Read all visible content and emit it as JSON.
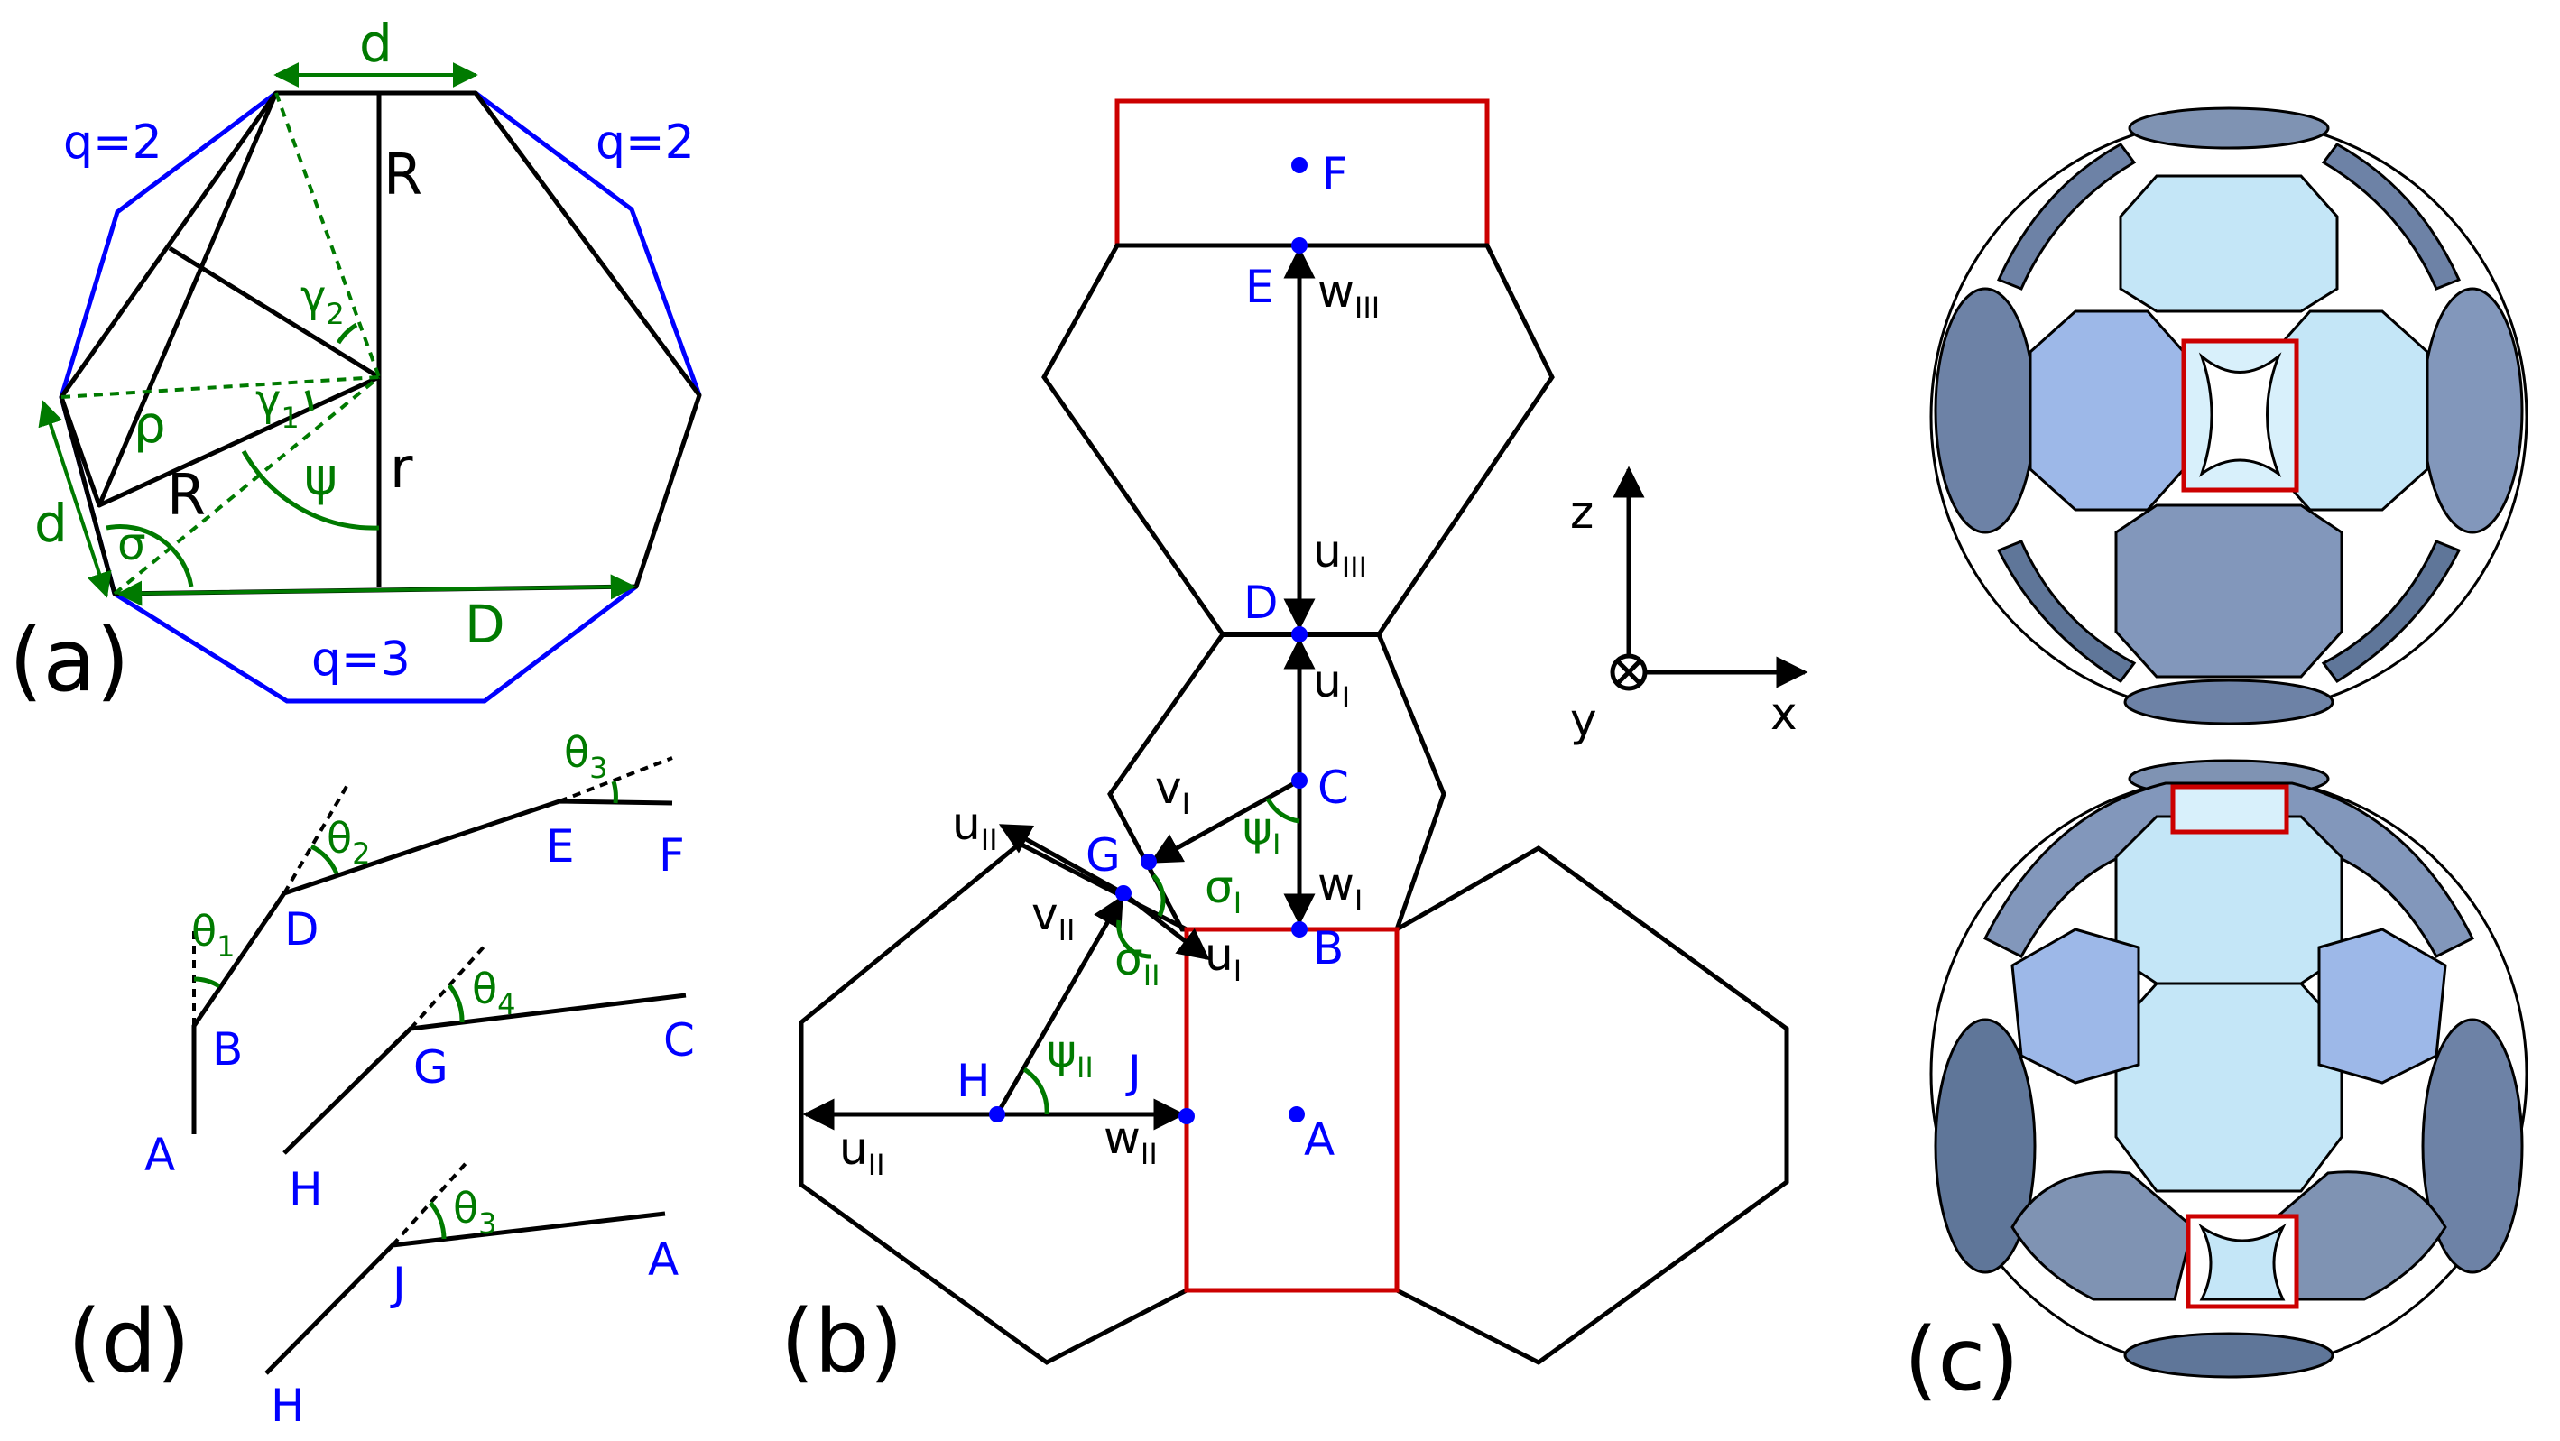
{
  "panels": {
    "a": {
      "panel_label": "(a)",
      "labels": {
        "d_top": "d",
        "R_top": "R",
        "q_left": "q=2",
        "q_right": "q=2",
        "gamma2": "γ",
        "gamma2_sub": "2",
        "gamma1": "γ",
        "gamma1_sub": "1",
        "rho": "ρ",
        "R_left": "R",
        "psi": "ψ",
        "r": "r",
        "d_left": "d",
        "sigma": "σ",
        "D": "D",
        "q_bottom": "q=3"
      }
    },
    "b": {
      "panel_label": "(b)",
      "points": {
        "F": "F",
        "E": "E",
        "D": "D",
        "C": "C",
        "B": "B",
        "A": "A",
        "G": "G",
        "H": "H",
        "J": "J"
      },
      "vectors": {
        "wIII": "w",
        "wIII_sub": "III",
        "uIII": "u",
        "uIII_sub": "III",
        "uI": "u",
        "uI_sub": "I",
        "vI": "v",
        "vI_sub": "I",
        "wI": "w",
        "wI_sub": "I",
        "uI2": "u",
        "uI2_sub": "I",
        "uII": "u",
        "uII_sub": "II",
        "vII": "v",
        "vII_sub": "II",
        "uII2": "u",
        "uII2_sub": "II",
        "wII": "w",
        "wII_sub": "II"
      },
      "angles": {
        "psiI": "ψ",
        "psiI_sub": "I",
        "sigmaI": "σ",
        "sigmaI_sub": "I",
        "sigmaII": "σ",
        "sigmaII_sub": "II",
        "psiII": "ψ",
        "psiII_sub": "II"
      },
      "axes": {
        "z": "z",
        "x": "x",
        "y": "y"
      }
    },
    "c": {
      "panel_label": "(c)"
    },
    "d": {
      "panel_label": "(d)",
      "chain1": {
        "A": "A",
        "B": "B",
        "D": "D",
        "E": "E",
        "F": "F",
        "theta1": "θ",
        "theta1_sub": "1",
        "theta2": "θ",
        "theta2_sub": "2",
        "theta3": "θ",
        "theta3_sub": "3"
      },
      "chain2": {
        "H": "H",
        "G": "G",
        "C": "C",
        "theta4": "θ",
        "theta4_sub": "4"
      },
      "chain3": {
        "H": "H",
        "J": "J",
        "A": "A",
        "theta3": "θ",
        "theta3_sub": "3"
      }
    }
  },
  "colors": {
    "outline": "#000000",
    "blue_polygon": "#0000ff",
    "green_annotation": "#007a00",
    "label_blue": "#0000ff",
    "highlight_red": "#cc0000",
    "ball_light": "#c4e6f7",
    "ball_mid": "#9db8e8",
    "ball_dark": "#5f7699"
  }
}
